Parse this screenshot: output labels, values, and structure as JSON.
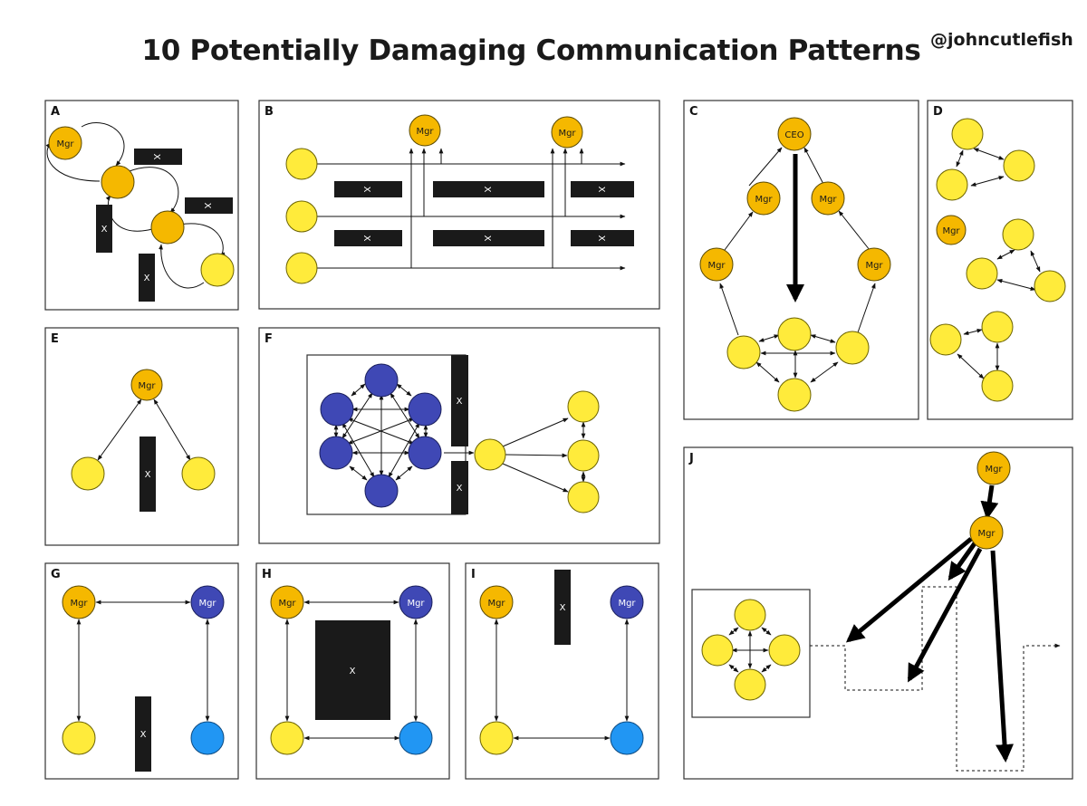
{
  "title": "10 Potentially Damaging Communication Patterns",
  "handle": "@johncutlefish",
  "panels": {
    "a": "A",
    "b": "B",
    "c": "C",
    "d": "D",
    "e": "E",
    "f": "F",
    "g": "G",
    "h": "H",
    "i": "I",
    "j": "J"
  },
  "node_labels": {
    "mgr": "Mgr",
    "ceo": "CEO"
  },
  "barrier_label": "X",
  "colors": {
    "manager": "#f5b800",
    "member": "#ffeb3b",
    "other_team": "#3f48b5",
    "other_member": "#2196f3",
    "barrier": "#1a1a1a"
  }
}
